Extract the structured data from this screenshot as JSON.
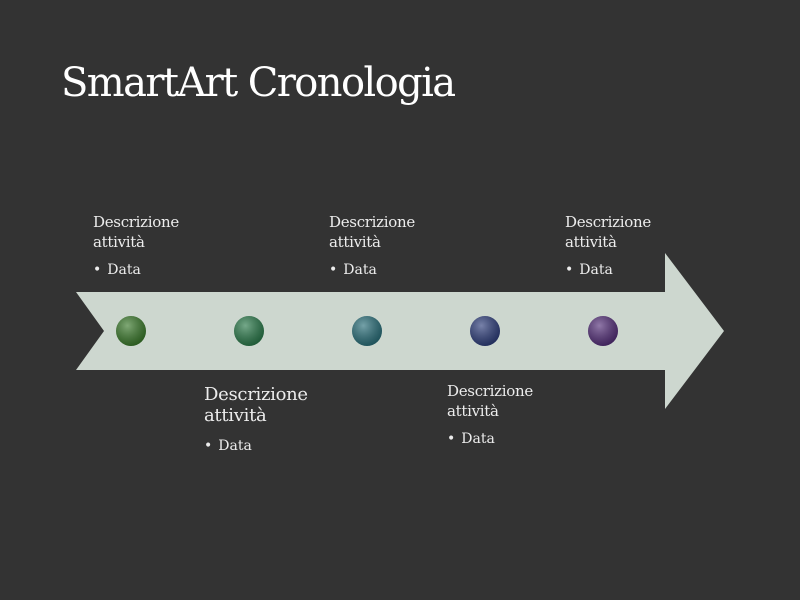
{
  "slide": {
    "title": "SmartArt Cronologia"
  },
  "timeline": {
    "background_color": "#333333",
    "arrow_color": "#cdd7cf",
    "events": [
      {
        "description": "Descrizione\nattività",
        "items": [
          "Data"
        ],
        "dot_color": "#3b7a2c",
        "label_side": "above"
      },
      {
        "description": "Descrizione\nattività",
        "items": [
          "Data"
        ],
        "dot_color": "#2b7a4b",
        "label_side": "below"
      },
      {
        "description": "Descrizione\nattività",
        "items": [
          "Data"
        ],
        "dot_color": "#2a6f7a",
        "label_side": "above"
      },
      {
        "description": "Descrizione\nattività",
        "items": [
          "Data"
        ],
        "dot_color": "#2f3f7c",
        "label_side": "below"
      },
      {
        "description": "Descrizione\nattività",
        "items": [
          "Data"
        ],
        "dot_color": "#55307a",
        "label_side": "above"
      }
    ]
  }
}
